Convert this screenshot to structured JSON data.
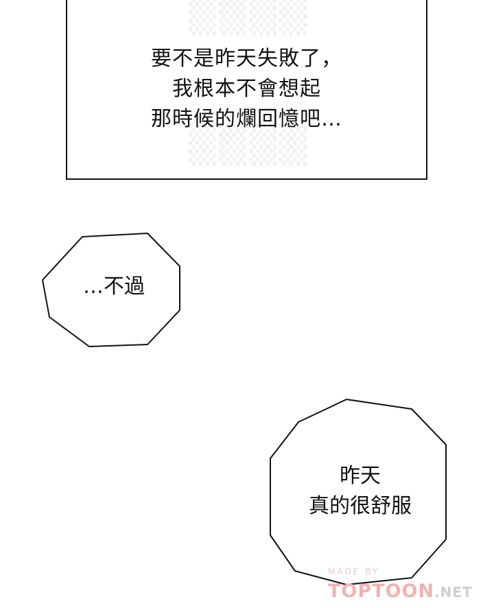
{
  "narration": {
    "lines": [
      "要不是昨天失敗了，",
      "我根本不會想起",
      "那時候的爛回憶吧…"
    ]
  },
  "bubble_1": {
    "text": "…不過"
  },
  "bubble_2": {
    "lines": [
      "昨天",
      "真的很舒服"
    ]
  },
  "watermark": {
    "made_by": "MADE BY",
    "brand": "TOPTOON",
    "suffix": ".NET"
  },
  "colors": {
    "ink": "#111111",
    "background": "#ffffff",
    "watermark": "#f3b2b2"
  }
}
